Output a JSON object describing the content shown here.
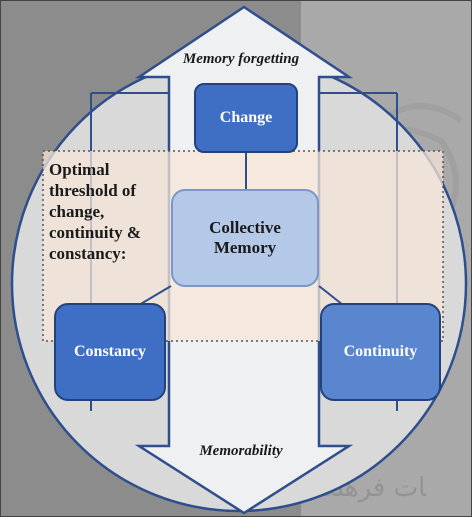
{
  "diagram": {
    "top_label": "Memory forgetting",
    "bottom_label": "Memorability",
    "threshold_lines": [
      "Optimal",
      "threshold of",
      "change,",
      "continuity &",
      "constancy:"
    ],
    "nodes": {
      "change": "Change",
      "center_line1": "Collective",
      "center_line2": "Memory",
      "constancy": "Constancy",
      "continuity": "Continuity"
    },
    "colors": {
      "node_dark": "#3f6fc4",
      "node_center": "#b4c8e8",
      "threshold_zone": "#f6e6d8",
      "arrow_fill": "#eef0f2",
      "outline": "#2e4f8c"
    }
  }
}
